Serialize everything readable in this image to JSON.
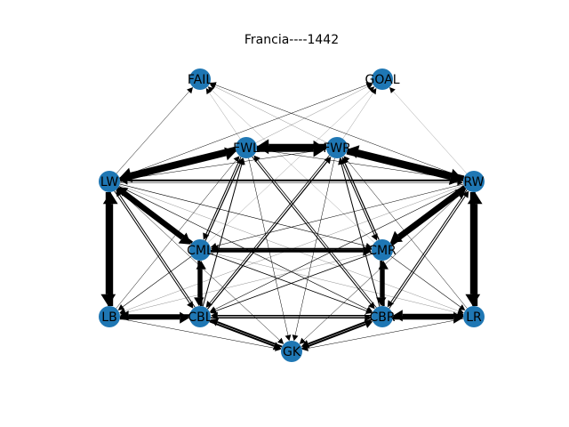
{
  "title": "Francia----1442",
  "colors": {
    "node": "#1f77b4",
    "edge": "#000000",
    "background": "#ffffff"
  },
  "graph": {
    "directed": true,
    "nodes": [
      {
        "id": "FAIL",
        "label": "FAIL"
      },
      {
        "id": "GOAL",
        "label": "GOAL"
      },
      {
        "id": "FWL",
        "label": "FWL"
      },
      {
        "id": "FWR",
        "label": "FWR"
      },
      {
        "id": "LW",
        "label": "LW"
      },
      {
        "id": "RW",
        "label": "RW"
      },
      {
        "id": "CML",
        "label": "CML"
      },
      {
        "id": "CMR",
        "label": "CMR"
      },
      {
        "id": "LB",
        "label": "LB"
      },
      {
        "id": "CBL",
        "label": "CBL"
      },
      {
        "id": "CBR",
        "label": "CBR"
      },
      {
        "id": "LR",
        "label": "LR"
      },
      {
        "id": "GK",
        "label": "GK"
      }
    ],
    "edges": [
      {
        "source": "FWL",
        "target": "FWR",
        "weight": 7
      },
      {
        "source": "FWR",
        "target": "FWL",
        "weight": 6
      },
      {
        "source": "FWL",
        "target": "LW",
        "weight": 6
      },
      {
        "source": "LW",
        "target": "FWL",
        "weight": 5
      },
      {
        "source": "FWR",
        "target": "RW",
        "weight": 7
      },
      {
        "source": "RW",
        "target": "FWR",
        "weight": 5
      },
      {
        "source": "LW",
        "target": "RW",
        "weight": 0.5
      },
      {
        "source": "RW",
        "target": "LW",
        "weight": 2
      },
      {
        "source": "LW",
        "target": "LB",
        "weight": 6
      },
      {
        "source": "LB",
        "target": "LW",
        "weight": 6
      },
      {
        "source": "RW",
        "target": "LR",
        "weight": 6
      },
      {
        "source": "LR",
        "target": "RW",
        "weight": 6
      },
      {
        "source": "LW",
        "target": "CML",
        "weight": 5
      },
      {
        "source": "CML",
        "target": "LW",
        "weight": 3
      },
      {
        "source": "RW",
        "target": "CMR",
        "weight": 5
      },
      {
        "source": "CMR",
        "target": "RW",
        "weight": 4
      },
      {
        "source": "CML",
        "target": "CMR",
        "weight": 3
      },
      {
        "source": "CMR",
        "target": "CML",
        "weight": 2
      },
      {
        "source": "CML",
        "target": "CBL",
        "weight": 3
      },
      {
        "source": "CBL",
        "target": "CML",
        "weight": 3
      },
      {
        "source": "CMR",
        "target": "CBR",
        "weight": 3
      },
      {
        "source": "CBR",
        "target": "CMR",
        "weight": 3
      },
      {
        "source": "LB",
        "target": "CBL",
        "weight": 4
      },
      {
        "source": "CBL",
        "target": "LB",
        "weight": 3
      },
      {
        "source": "LR",
        "target": "CBR",
        "weight": 4
      },
      {
        "source": "CBR",
        "target": "LR",
        "weight": 4
      },
      {
        "source": "CBL",
        "target": "CBR",
        "weight": 1.5
      },
      {
        "source": "CBR",
        "target": "CBL",
        "weight": 1.5
      },
      {
        "source": "CBL",
        "target": "GK",
        "weight": 2
      },
      {
        "source": "GK",
        "target": "CBL",
        "weight": 2
      },
      {
        "source": "CBR",
        "target": "GK",
        "weight": 2
      },
      {
        "source": "GK",
        "target": "CBR",
        "weight": 2
      },
      {
        "source": "LB",
        "target": "GK",
        "weight": 0.5
      },
      {
        "source": "LR",
        "target": "GK",
        "weight": 0.5
      },
      {
        "source": "CML",
        "target": "FWL",
        "weight": 1.2
      },
      {
        "source": "FWL",
        "target": "CML",
        "weight": 1
      },
      {
        "source": "CMR",
        "target": "FWR",
        "weight": 1.2
      },
      {
        "source": "FWR",
        "target": "CMR",
        "weight": 1
      },
      {
        "source": "CBL",
        "target": "FWL",
        "weight": 1
      },
      {
        "source": "CBR",
        "target": "FWR",
        "weight": 1
      },
      {
        "source": "CBL",
        "target": "FWR",
        "weight": 1.2
      },
      {
        "source": "CBR",
        "target": "FWL",
        "weight": 0.8
      },
      {
        "source": "FWL",
        "target": "CBR",
        "weight": 1
      },
      {
        "source": "FWR",
        "target": "CBL",
        "weight": 0.8
      },
      {
        "source": "LW",
        "target": "CBL",
        "weight": 1
      },
      {
        "source": "CBL",
        "target": "LW",
        "weight": 1
      },
      {
        "source": "RW",
        "target": "CBR",
        "weight": 1
      },
      {
        "source": "CBR",
        "target": "RW",
        "weight": 1
      },
      {
        "source": "LW",
        "target": "CMR",
        "weight": 0.6
      },
      {
        "source": "RW",
        "target": "CML",
        "weight": 0.6
      },
      {
        "source": "LW",
        "target": "CBR",
        "weight": 0.6
      },
      {
        "source": "RW",
        "target": "CBL",
        "weight": 0.6
      },
      {
        "source": "LW",
        "target": "LR",
        "weight": 0.4
      },
      {
        "source": "RW",
        "target": "LB",
        "weight": 0.4
      },
      {
        "source": "LW",
        "target": "GK",
        "weight": 0.5
      },
      {
        "source": "RW",
        "target": "GK",
        "weight": 0.5
      },
      {
        "source": "FWL",
        "target": "GK",
        "weight": 0.5
      },
      {
        "source": "FWR",
        "target": "GK",
        "weight": 0.5
      },
      {
        "source": "CML",
        "target": "LB",
        "weight": 0.6
      },
      {
        "source": "CMR",
        "target": "LR",
        "weight": 0.6
      },
      {
        "source": "CML",
        "target": "CBR",
        "weight": 0.8
      },
      {
        "source": "CMR",
        "target": "CBL",
        "weight": 0.8
      },
      {
        "source": "CML",
        "target": "LR",
        "weight": 0.4
      },
      {
        "source": "CMR",
        "target": "LB",
        "weight": 0.4
      },
      {
        "source": "LB",
        "target": "FWL",
        "weight": 0.5
      },
      {
        "source": "LR",
        "target": "FWR",
        "weight": 0.5
      },
      {
        "source": "FWL",
        "target": "RW",
        "weight": 0.5
      },
      {
        "source": "FWR",
        "target": "LW",
        "weight": 0.5
      },
      {
        "source": "LW",
        "target": "FAIL",
        "weight": 0.5
      },
      {
        "source": "FWL",
        "target": "FAIL",
        "weight": 0.3
      },
      {
        "source": "FWR",
        "target": "FAIL",
        "weight": 0.4
      },
      {
        "source": "RW",
        "target": "FAIL",
        "weight": 0.5
      },
      {
        "source": "CMR",
        "target": "FAIL",
        "weight": 0.3
      },
      {
        "source": "LW",
        "target": "GOAL",
        "weight": 0.5
      },
      {
        "source": "FWL",
        "target": "GOAL",
        "weight": 0.4
      },
      {
        "source": "FWR",
        "target": "GOAL",
        "weight": 0.3
      },
      {
        "source": "RW",
        "target": "GOAL",
        "weight": 0.3
      },
      {
        "source": "CML",
        "target": "GOAL",
        "weight": 0.3
      }
    ]
  }
}
